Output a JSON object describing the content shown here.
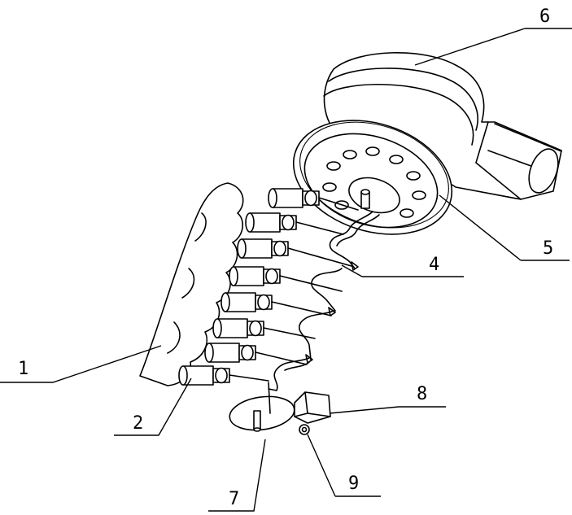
{
  "labels": {
    "l1": "1",
    "l2": "2",
    "l4": "4",
    "l5": "5",
    "l6": "6",
    "l7": "7",
    "l8": "8",
    "l9": "9"
  }
}
